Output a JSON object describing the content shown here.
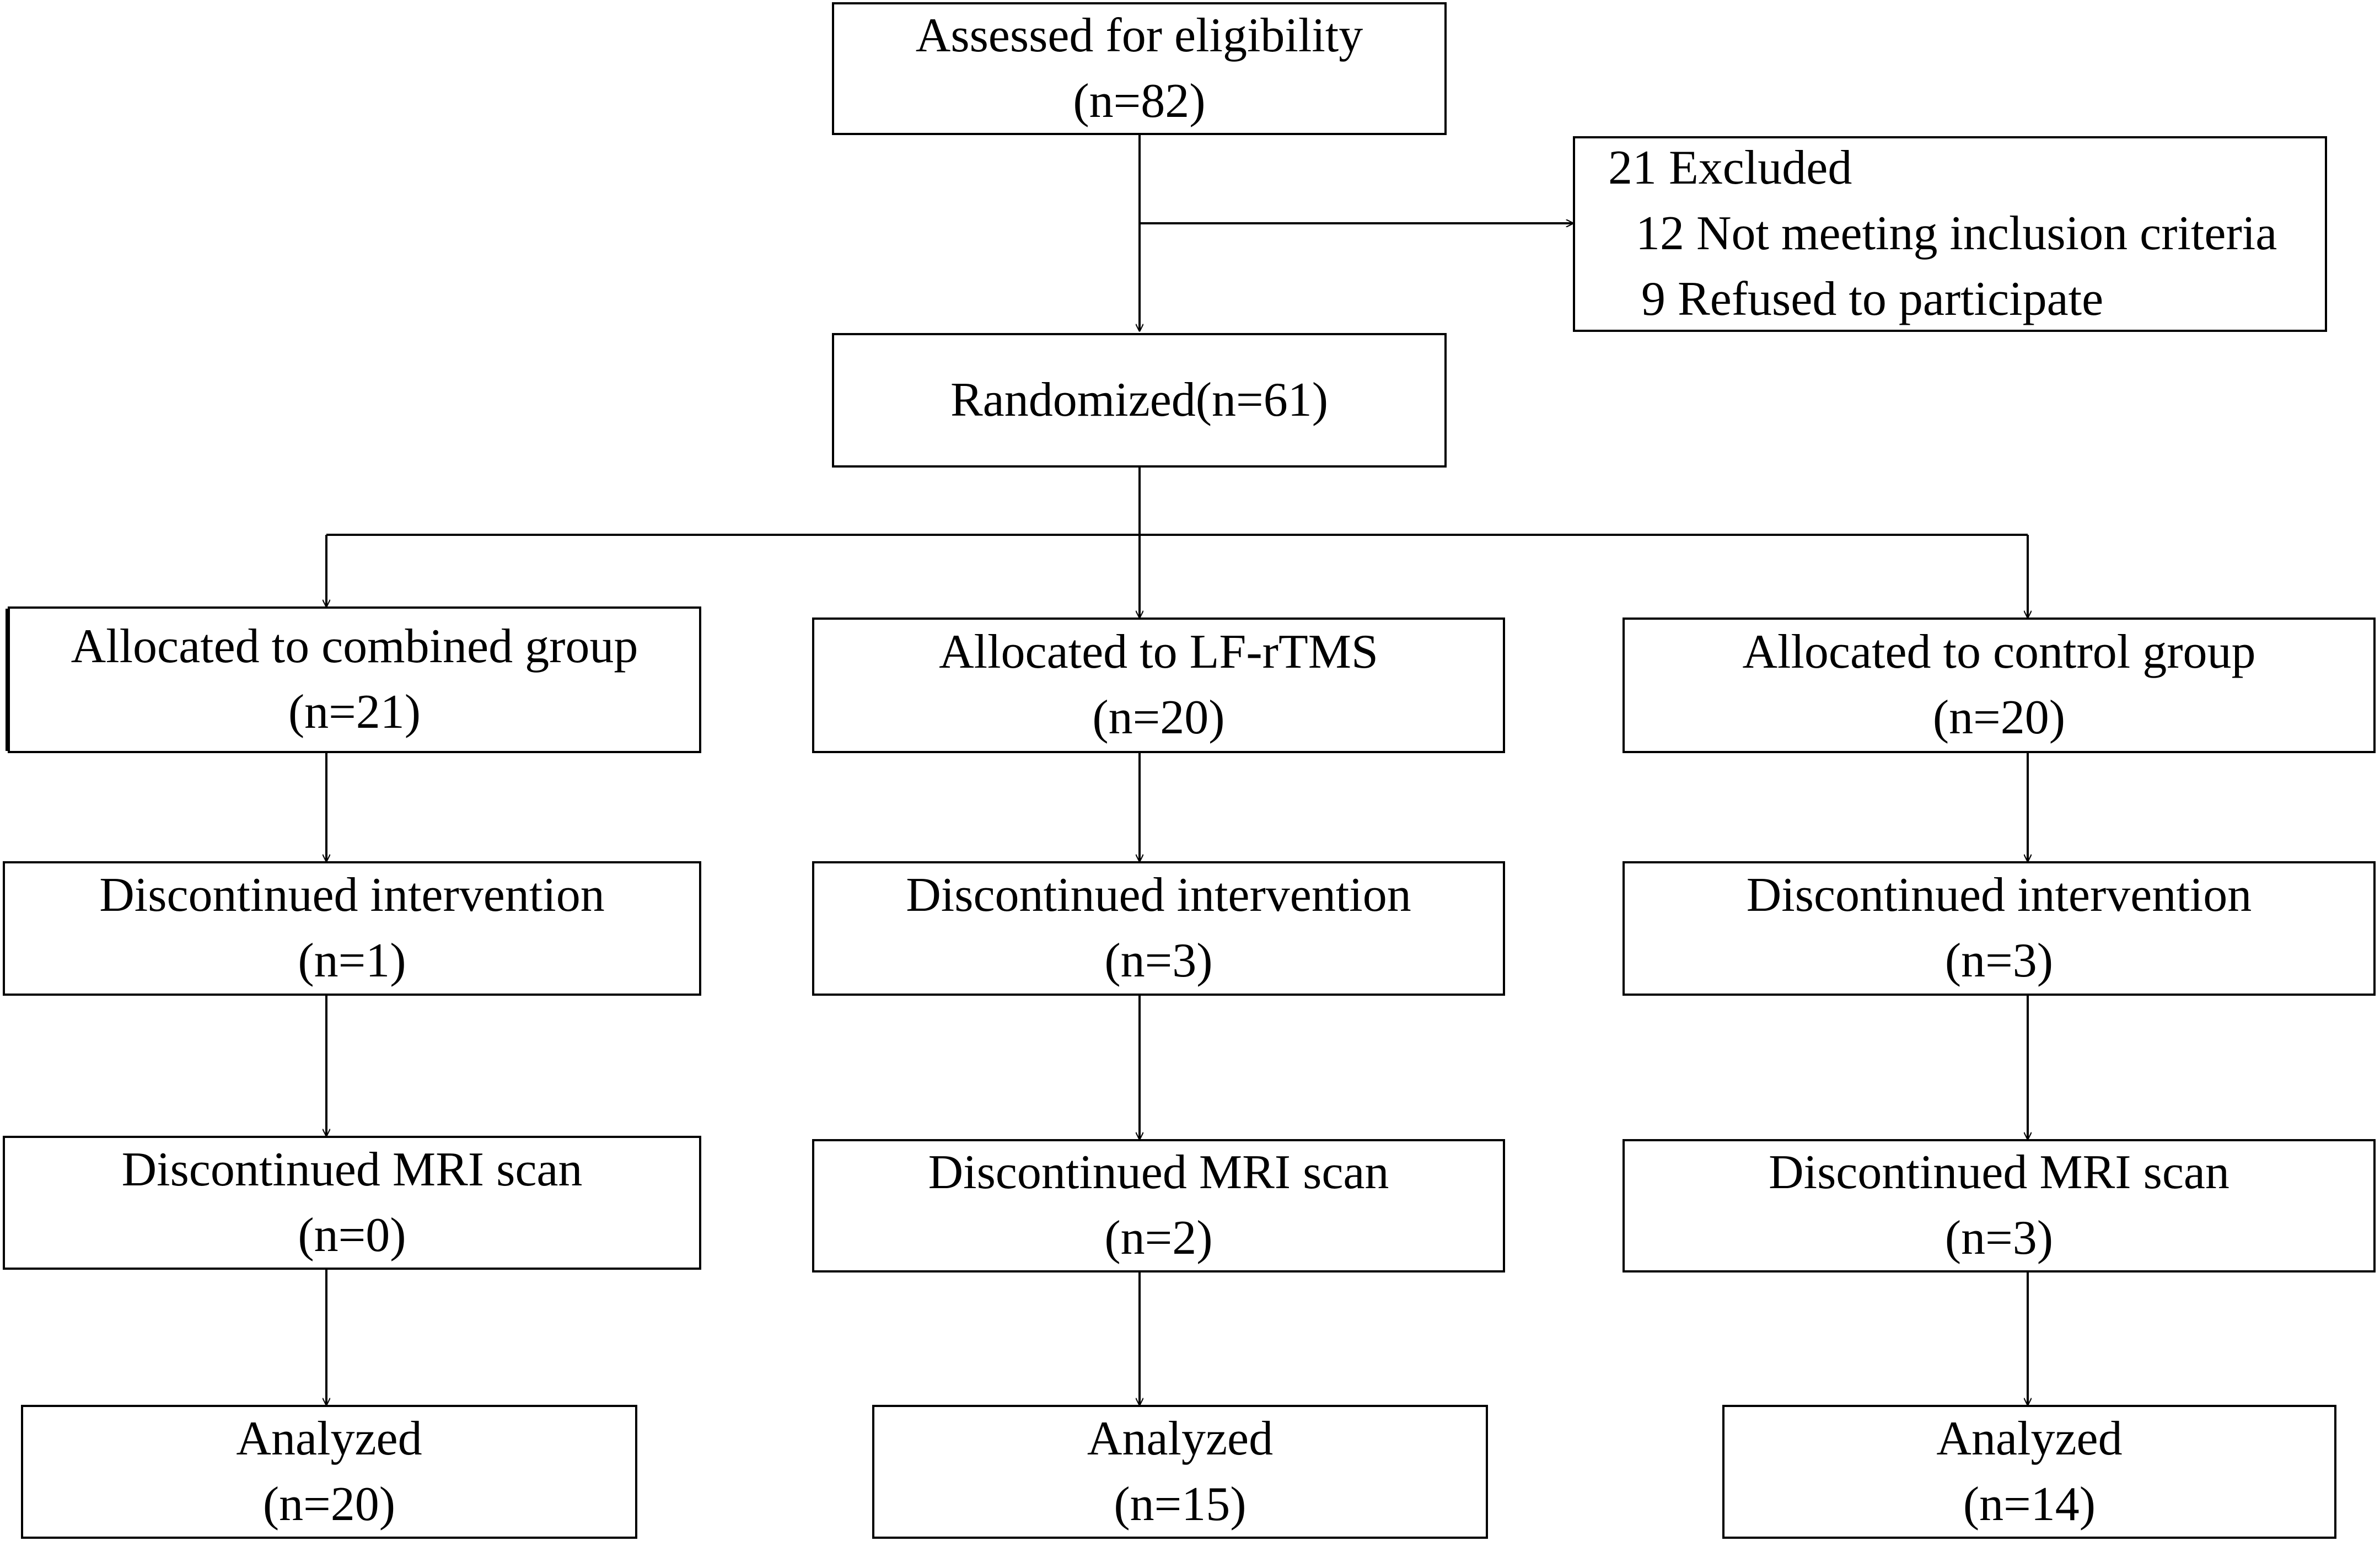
{
  "assessed": {
    "title": "Assessed for eligibility",
    "n": "(n=82)"
  },
  "excluded": {
    "title": "21 Excluded",
    "reason1": "12 Not meeting inclusion  criteria",
    "reason2": "9  Refused to participate"
  },
  "randomized": {
    "title": "Randomized(n=61)"
  },
  "groups": [
    {
      "allocated": {
        "title": "Allocated to combined group",
        "n": "(n=21)"
      },
      "discontinued_intervention": {
        "title": "Discontinued intervention",
        "n": "(n=1)"
      },
      "discontinued_mri": {
        "title": "Discontinued MRI scan",
        "n": "(n=0)"
      },
      "analyzed": {
        "title": "Analyzed",
        "n": "(n=20)"
      }
    },
    {
      "allocated": {
        "title": "Allocated to LF-rTMS",
        "n": "(n=20)"
      },
      "discontinued_intervention": {
        "title": "Discontinued intervention",
        "n": "(n=3)"
      },
      "discontinued_mri": {
        "title": "Discontinued MRI scan",
        "n": "(n=2)"
      },
      "analyzed": {
        "title": "Analyzed",
        "n": "(n=15)"
      }
    },
    {
      "allocated": {
        "title": "Allocated to  control group",
        "n": "(n=20)"
      },
      "discontinued_intervention": {
        "title": "Discontinued intervention",
        "n": "(n=3)"
      },
      "discontinued_mri": {
        "title": "Discontinued MRI scan",
        "n": "(n=3)"
      },
      "analyzed": {
        "title": "Analyzed",
        "n": "(n=14)"
      }
    }
  ]
}
